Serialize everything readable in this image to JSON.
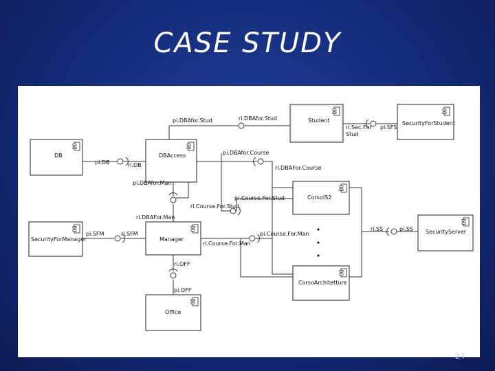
{
  "slide": {
    "title": "CASE STUDY",
    "page_number": "24"
  },
  "components": {
    "student": "Student",
    "security_for_student": "SecurityForStudent",
    "db": "DB",
    "dbaccess": "DBAccess",
    "corso_is2": "CorsoIS2",
    "security_for_manager": "SecurityForManager",
    "manager": "Manager",
    "security_server": "SecurityServer",
    "corso_architetture": "CorsoArchitetture",
    "office": "Office"
  },
  "interfaces": {
    "pi_dba_for_stud": "pi.DBAfor.Stud",
    "ri_dba_for_stud": "ri.DBAfor.Stud",
    "ri_sec_for_stud_1": "ri.Sec.For",
    "ri_sec_for_stud_2": "Stud",
    "pi_sfs": "pi.SFS",
    "pi_db": "pi.DB",
    "ri_db": "ri.DB",
    "pi_dba_for_course": "pi.DBAfor.Course",
    "ri_dba_for_course": "ri.DBAFor.Course",
    "pi_dba_for_man": "pi.DBAfor.Man",
    "ri_dba_for_man": "ri.DBAFor.Man",
    "pi_course_for_stud": "pi.Course.For.Stud",
    "ri_course_for_stud": "ri.Course.For.Stud",
    "pi_sfm": "pi.SFM",
    "ri_sfm": "ri.SFM",
    "pi_course_for_man": "pi.Course.For.Man",
    "ri_course_for_man": "ri.Course.For.Man",
    "ri_ss": "ri.SS",
    "pi_ss": "pi.SS",
    "ri_off": "ri.OFF",
    "pi_off": "pi.OFF"
  }
}
